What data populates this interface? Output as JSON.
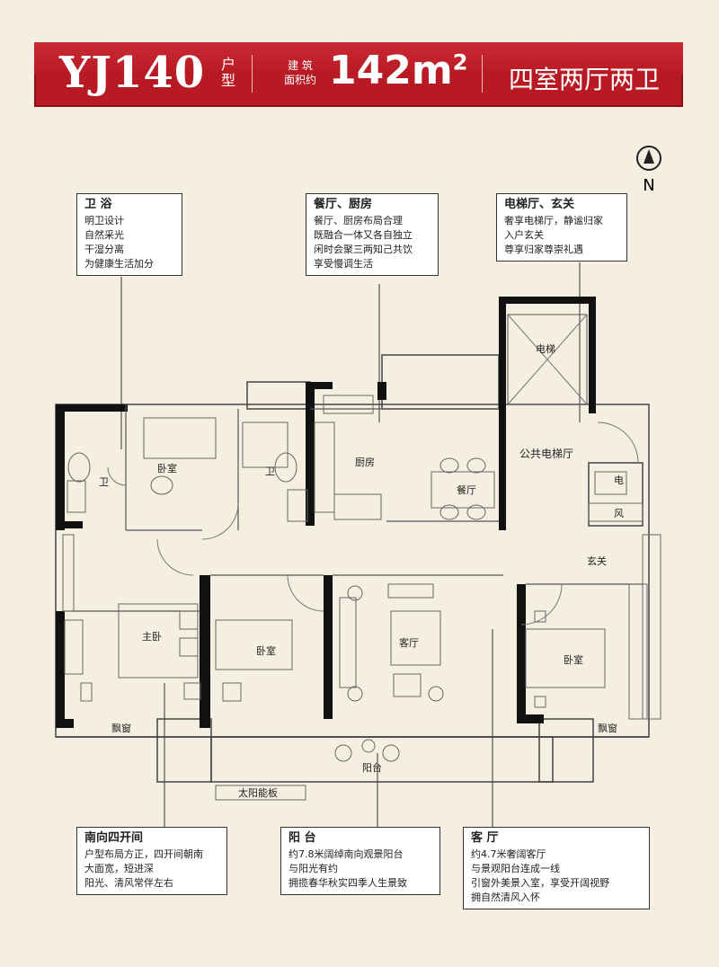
{
  "header": {
    "code": "YJ140",
    "type_label_1": "户",
    "type_label_2": "型",
    "area_label_1": "建 筑",
    "area_label_2": "面积约",
    "area_value": "142m",
    "area_sup": "2",
    "rooms": "四室两厅两卫"
  },
  "compass": {
    "label": "N"
  },
  "callouts": {
    "bathroom": {
      "title": "卫 浴",
      "lines": [
        "明卫设计",
        "自然采光",
        "干湿分离",
        "为健康生活加分"
      ]
    },
    "dining": {
      "title": "餐厅、厨房",
      "lines": [
        "餐厅、厨房布局合理",
        "既融合一体又各自独立",
        "闲时会聚三两知己共饮",
        "享受慢调生活"
      ]
    },
    "elevator": {
      "title": "电梯厅、玄关",
      "lines": [
        "奢享电梯厅，静谧归家",
        "入户玄关",
        "尊享归家尊崇礼遇"
      ]
    },
    "south": {
      "title": "南向四开间",
      "lines": [
        "户型布局方正，四开间朝南",
        "大面宽，短进深",
        "阳光、清风常伴左右"
      ]
    },
    "balcony": {
      "title": "阳 台",
      "lines": [
        "约7.8米阔绰南向观景阳台",
        "与阳光有约",
        "拥揽春华秋实四季人生景致"
      ]
    },
    "living": {
      "title": "客 厅",
      "lines": [
        "约4.7米奢阔客厅",
        "与景观阳台连成一线",
        "引窗外美景入室，享受开阔视野",
        "拥自然清风入怀"
      ]
    }
  },
  "rooms": {
    "bath1": "卫",
    "bedroom_top": "卧室",
    "bath2": "卫",
    "kitchen": "厨房",
    "dining": "餐厅",
    "elevator": "电梯",
    "elevator_hall": "公共电梯厅",
    "electric": "电",
    "wind": "风",
    "foyer": "玄关",
    "master": "主卧",
    "bedroom_mid": "卧室",
    "living": "客厅",
    "bedroom_right": "卧室",
    "bay_left": "飘窗",
    "bay_right": "飘窗",
    "balcony": "阳台",
    "solar": "太阳能板"
  }
}
